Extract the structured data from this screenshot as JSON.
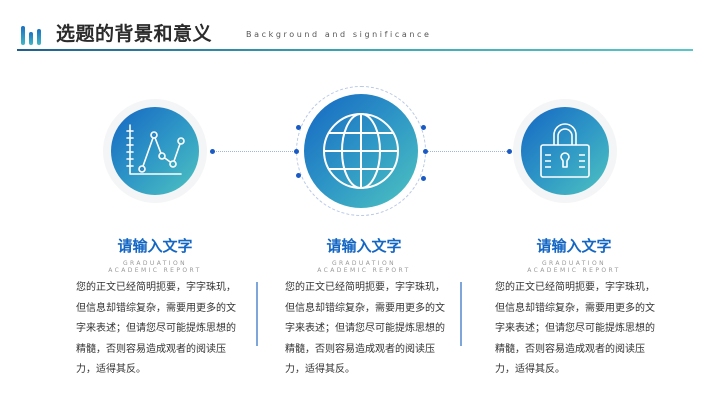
{
  "header": {
    "title": "选题的背景和意义",
    "subtitle": "Background and significance",
    "icon": "bar-chart-icon",
    "line_color_start": "#1f5f8f",
    "line_color_end": "#5bc6c8"
  },
  "theme": {
    "accent": "#1466c4",
    "gradient_start": "#1566c2",
    "gradient_end": "#4ec4c0",
    "dot_color": "#1a5ac4"
  },
  "columns": [
    {
      "icon": "line-chart-icon",
      "title": "请输入文字",
      "en_line1": "GRADUATION",
      "en_line2": "ACADEMIC REPORT",
      "body": "您的正文已经简明扼要，字字珠玑，但信息却错综复杂，需要用更多的文字来表述；但请您尽可能提炼思想的精髓，否则容易造成观者的阅读压力，适得其反。"
    },
    {
      "icon": "globe-icon",
      "title": "请输入文字",
      "en_line1": "GRADUATION",
      "en_line2": "ACADEMIC REPORT",
      "body": "您的正文已经简明扼要，字字珠玑，但信息却错综复杂，需要用更多的文字来表述；但请您尽可能提炼思想的精髓，否则容易造成观者的阅读压力，适得其反。"
    },
    {
      "icon": "lock-icon",
      "title": "请输入文字",
      "en_line1": "GRADUATION",
      "en_line2": "ACADEMIC REPORT",
      "body": "您的正文已经简明扼要，字字珠玑，但信息却错综复杂，需要用更多的文字来表述；但请您尽可能提炼思想的精髓，否则容易造成观者的阅读压力，适得其反。"
    }
  ]
}
